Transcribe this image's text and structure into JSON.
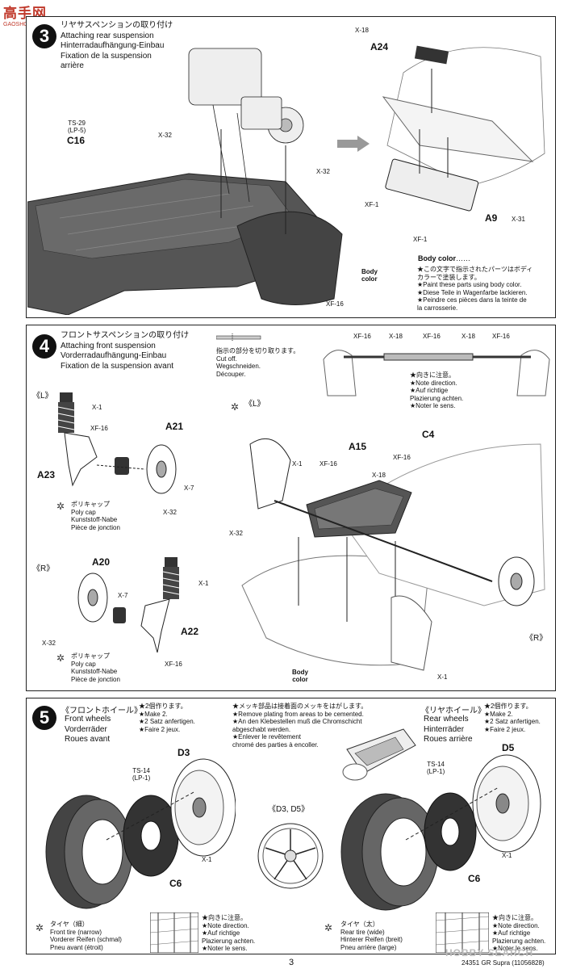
{
  "watermark": {
    "logo": "高手网",
    "sub": "GAOSHOU.COM"
  },
  "step3": {
    "number": "3",
    "title_lines": "リヤサスペンションの取り付け\nAttaching rear suspension\nHinterradaufhängung-Einbau\nFixation de la suspension\narrière",
    "labels": {
      "ts29": "TS-29\n(LP-5)",
      "c16": "C16",
      "x32a": "X-32",
      "x32b": "X-32",
      "x18": "X-18",
      "a24": "A24",
      "xf1a": "XF-1",
      "a9": "A9",
      "x31": "X-31",
      "xf1b": "XF-1",
      "body": "Body\ncolor",
      "xf16": "XF-16"
    },
    "body_color_title": "Body color",
    "body_color_dots": "……",
    "body_color_text": "★この文字で指示されたパーツはボディ\nカラーで塗装します。\n★Paint these parts using body color.\n★Diese Teile in Wagenfarbe lackieren.\n★Peindre ces pièces dans la teinte de\nla carrosserie."
  },
  "step4": {
    "number": "4",
    "title_lines": "フロントサスペンションの取り付け\nAttaching front suspension\nVorderradaufhängung-Einbau\nFixation de la suspension avant",
    "cut_text": "指示の部分を切り取ります。\nCut off.\nWegschneiden.\nDécouper.",
    "tie_labels": [
      "XF-16",
      "X-18",
      "XF-16",
      "X-18",
      "XF-16"
    ],
    "direction_text": "★向きに注意。\n★Note direction.\n★Auf richtige\nPlazierung achten.\n★Noter le sens.",
    "left_tag": "《L》",
    "right_tag": "《R》",
    "labels": {
      "x1a": "X-1",
      "xf16a": "XF-16",
      "a21": "A21",
      "a23": "A23",
      "x7a": "X-7",
      "x32a": "X-32",
      "a20": "A20",
      "x1b": "X-1",
      "x7b": "X-7",
      "x32b": "X-32",
      "a22": "A22",
      "xf16b": "XF-16",
      "l2": "《L》",
      "x1c": "X-1",
      "xf16c": "XF-16",
      "a15": "A15",
      "x18": "X-18",
      "xf16d": "XF-16",
      "c4": "C4",
      "x32c": "X-32",
      "body": "Body\ncolor",
      "x1d": "X-1",
      "r2": "《R》"
    },
    "polycap_text": "ポリキャップ\nPoly cap\nKunststoff-Nabe\nPièce de jonction"
  },
  "step5": {
    "number": "5",
    "front_title": "《フロントホイール》",
    "front_sub": "Front wheels\nVorderräder\nRoues avant",
    "front_make": "★2個作ります。\n★Make 2.\n★2 Satz anfertigen.\n★Faire 2 jeux.",
    "plating": "★メッキ部品は接着面のメッキをはがします。\n★Remove plating from areas to be cemented.\n★An den Klebestellen muß die Chromschicht\nabgeschabt werden.\n★Enlever    le    revêtement\nchromé des parties à encoller.",
    "rear_title": "《リヤホイール》",
    "rear_sub": "Rear wheels\nHinterräder\nRoues arrière",
    "rear_make": "★2個作ります。\n★Make 2.\n★2 Satz anfertigen.\n★Faire 2 jeux.",
    "labels": {
      "d3": "D3",
      "ts14a": "TS-14\n(LP-1)",
      "x1a": "X-1",
      "c6a": "C6",
      "d3d5": "《D3, D5》",
      "d5": "D5",
      "ts14b": "TS-14\n(LP-1)",
      "x1b": "X-1",
      "c6b": "C6"
    },
    "front_tire": "タイヤ（細）\nFront tire (narrow)\nVorderer Reifen (schmal)\nPneu avant (étroit)",
    "rear_tire": "タイヤ（太）\nRear tire (wide)\nHinterer Reifen (breit)\nPneu arrière (large)",
    "dir_front": "★向きに注意。\n★Note direction.\n★Auf richtige\nPlazierung achten.\n★Noter le sens.",
    "dir_rear": "★向きに注意。\n★Note direction.\n★Auf richtige\nPlazierung achten.\n★Noter le sens."
  },
  "footer": {
    "page": "3",
    "code": "24351",
    "model": "GR Supra (11056828)",
    "hobby_logo": "HOBBY SEARCH"
  }
}
